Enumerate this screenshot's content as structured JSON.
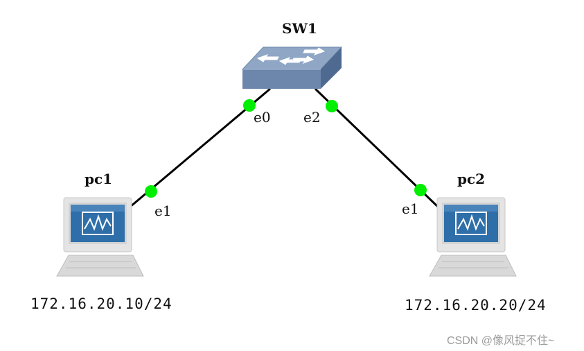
{
  "nodes": {
    "switch": {
      "name": "SW1",
      "icon": "network-switch-icon"
    },
    "pc1": {
      "name": "pc1",
      "ip": "172.16.20.10/24",
      "icon": "pc-icon"
    },
    "pc2": {
      "name": "pc2",
      "ip": "172.16.20.20/24",
      "icon": "pc-icon"
    }
  },
  "ports": {
    "sw_e0": "e0",
    "sw_e2": "e2",
    "pc1_e1": "e1",
    "pc2_e1": "e1"
  },
  "links": [
    {
      "from": "SW1:e0",
      "to": "pc1:e1"
    },
    {
      "from": "SW1:e2",
      "to": "pc2:e1"
    }
  ],
  "watermark": "CSDN @像风捉不住~",
  "colors": {
    "link": "#000000",
    "port_dot": "#00ee00",
    "switch_top": "#8fa6c4",
    "switch_side": "#5d7699",
    "pc_screen": "#2f6fa9",
    "watermark": "#9a9a9a"
  }
}
